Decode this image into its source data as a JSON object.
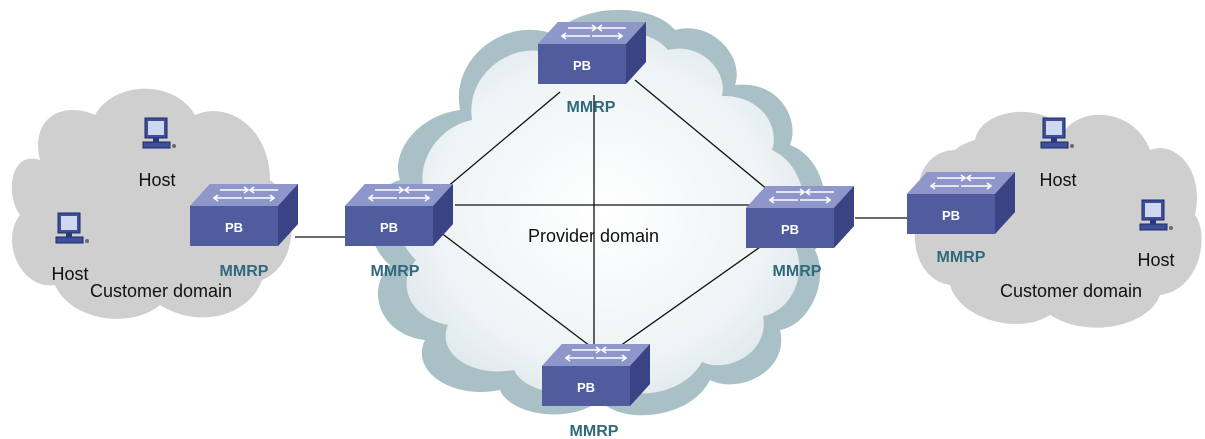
{
  "diagram": {
    "provider_domain_label": "Provider domain",
    "customer_domain_left_label": "Customer domain",
    "customer_domain_right_label": "Customer domain",
    "switch_label": "PB",
    "protocol_label": "MMRP",
    "host_label": "Host",
    "colors": {
      "switch_top": "#8f97ca",
      "switch_front": "#515c9e",
      "switch_side": "#3a4484",
      "protocol_text": "#2f6a7c",
      "customer_cloud": "#cfcfcf",
      "provider_cloud_outer": "#a9c0c6",
      "provider_cloud_inner": "#f3f6f7"
    }
  }
}
